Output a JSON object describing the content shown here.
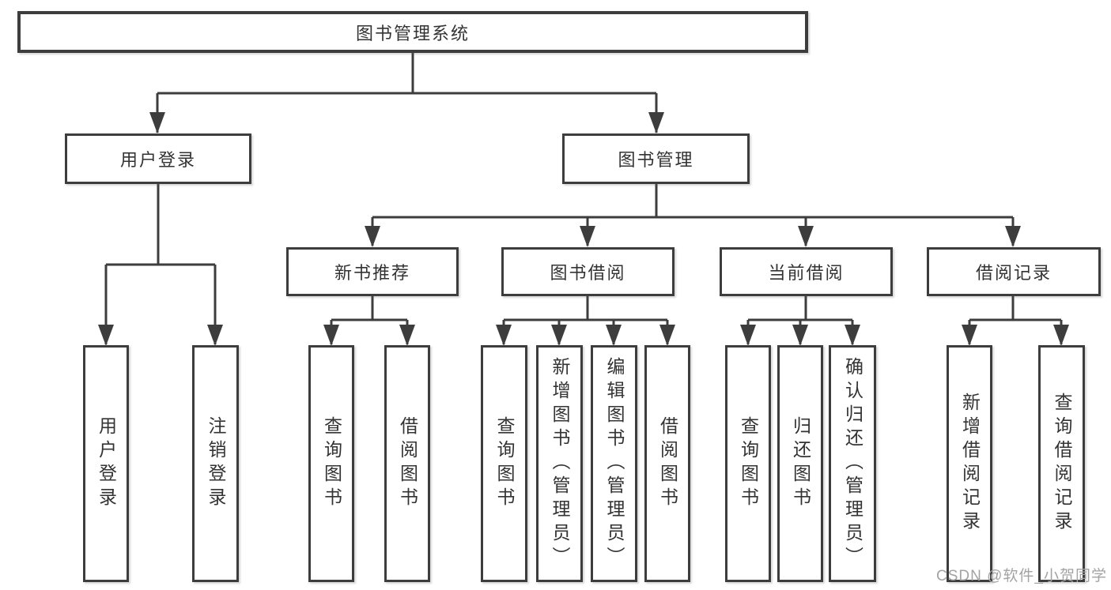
{
  "tree": {
    "root": {
      "label": "图书管理系统"
    },
    "branches": [
      {
        "label": "用户登录",
        "children": [
          {
            "label": "用户登录"
          },
          {
            "label": "注销登录"
          }
        ]
      },
      {
        "label": "图书管理",
        "children": [
          {
            "label": "新书推荐",
            "children": [
              {
                "label": "查询图书"
              },
              {
                "label": "借阅图书"
              }
            ]
          },
          {
            "label": "图书借阅",
            "children": [
              {
                "label": "查询图书"
              },
              {
                "label": "新增图书（管理员）"
              },
              {
                "label": "编辑图书（管理员）"
              },
              {
                "label": "借阅图书"
              }
            ]
          },
          {
            "label": "当前借阅",
            "children": [
              {
                "label": "查询图书"
              },
              {
                "label": "归还图书"
              },
              {
                "label": "确认归还（管理员）"
              }
            ]
          },
          {
            "label": "借阅记录",
            "children": [
              {
                "label": "新增借阅记录"
              },
              {
                "label": "查询借阅记录"
              }
            ]
          }
        ]
      }
    ]
  },
  "watermark": {
    "text": "CSDN @软件_小贺同学"
  },
  "colors": {
    "line": "#3d3d3d",
    "box_border": "#3d3d3d",
    "text": "#333333",
    "watermark": "#a3a3a3",
    "background": "#ffffff"
  }
}
